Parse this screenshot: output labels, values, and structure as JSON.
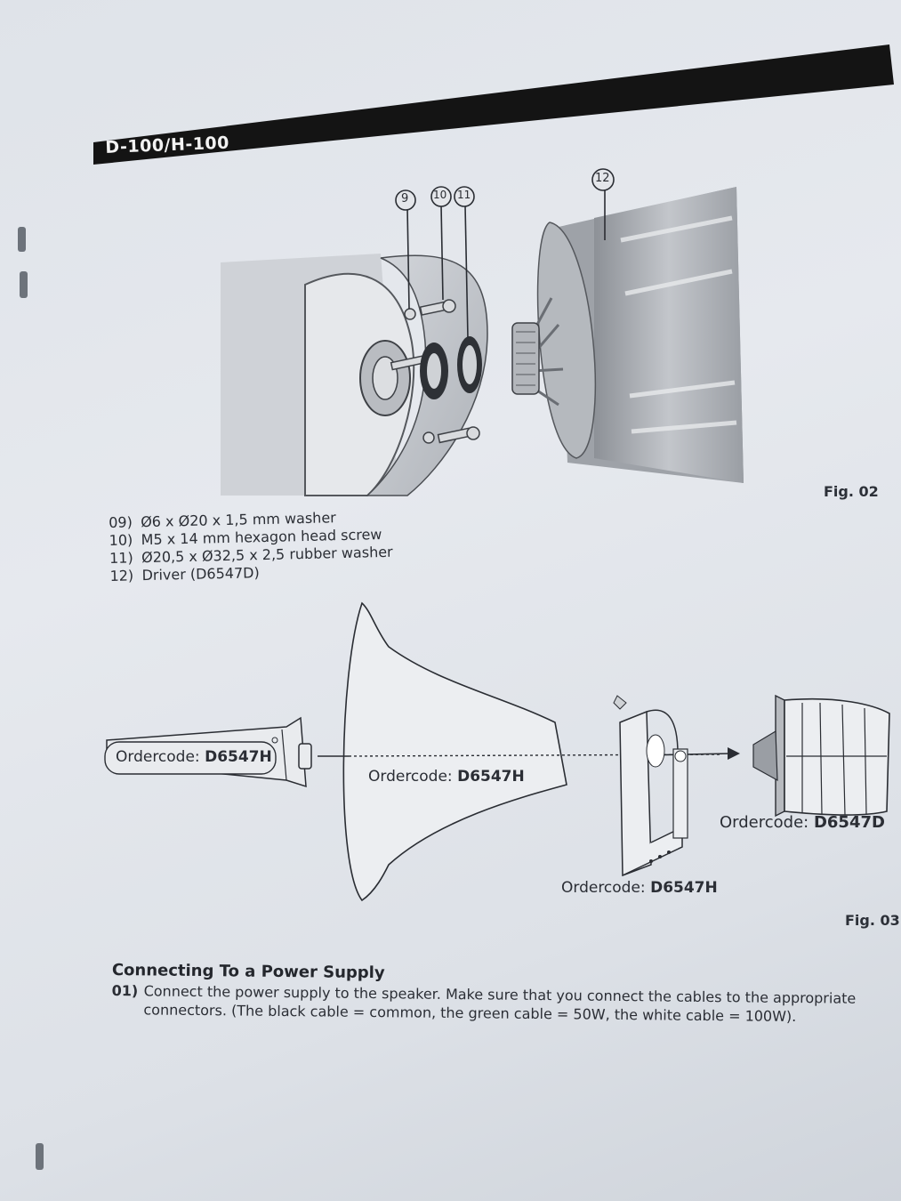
{
  "header": {
    "title": "D-100/H-100"
  },
  "figure2": {
    "label": "Fig. 02",
    "callouts": [
      "9",
      "10",
      "11",
      "12"
    ]
  },
  "parts": [
    {
      "num": "09)",
      "text": "Ø6 x Ø20 x 1,5 mm washer"
    },
    {
      "num": "10)",
      "text": "M5 x 14 mm hexagon head screw"
    },
    {
      "num": "11)",
      "text": "Ø20,5 x Ø32,5 x 2,5 rubber washer"
    },
    {
      "num": "12)",
      "text": "Driver (D6547D)"
    }
  ],
  "figure3": {
    "label": "Fig. 03",
    "ordercode_prefix": "Ordercode:",
    "throat_code": "D6547H",
    "horn_code": "D6547H",
    "bracket_code": "D6547H",
    "driver_code": "D6547D"
  },
  "section": {
    "title": "Connecting To a Power Supply",
    "steps": [
      {
        "num": "01)",
        "text": "Connect the power supply to the speaker. Make sure that you connect the cables to the appropriate connectors. (The black cable = common, the green cable = 50W, the white cable = 100W)."
      }
    ]
  }
}
